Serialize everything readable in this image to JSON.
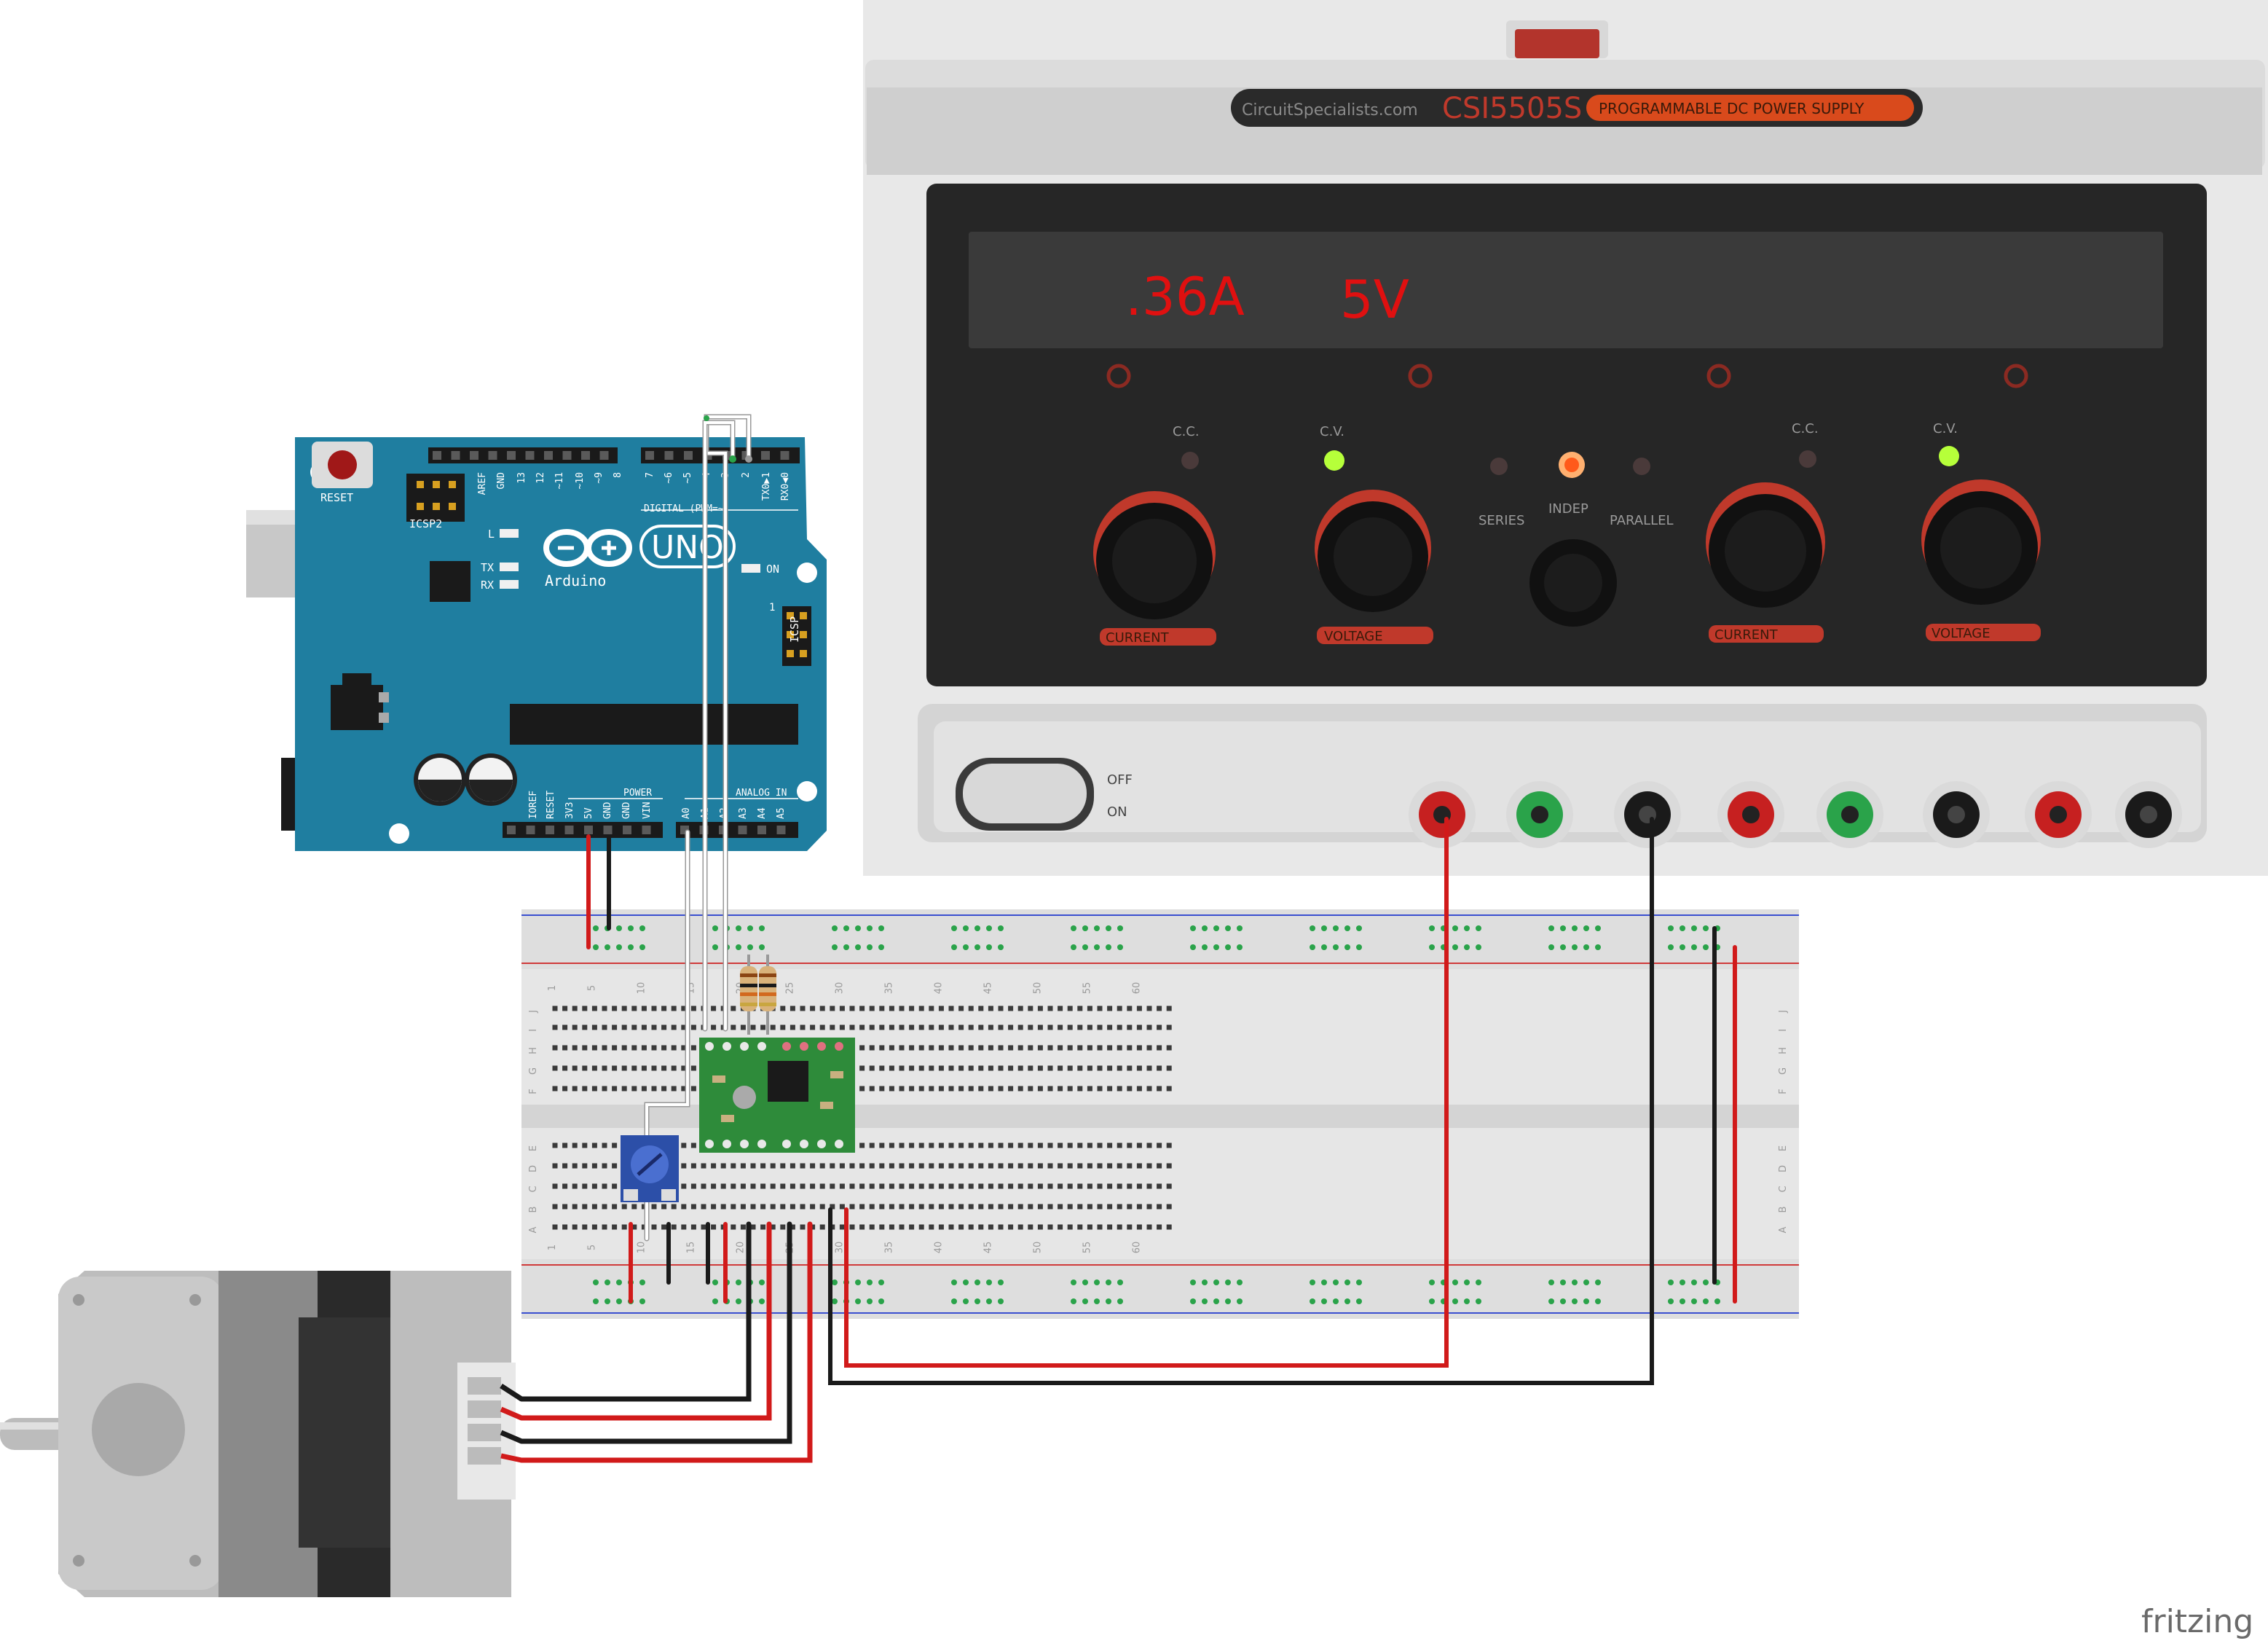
{
  "power_supply": {
    "brand": "CircuitSpecialists.com",
    "model": "CSI5505S",
    "descriptor": "PROGRAMMABLE DC POWER SUPPLY",
    "current_readout": ".36A",
    "voltage_readout": "5V",
    "knob_labels": [
      "CURRENT",
      "VOLTAGE",
      "CURRENT",
      "VOLTAGE"
    ],
    "indicator_labels": [
      "C.C.",
      "C.V.",
      "C.C.",
      "C.V."
    ],
    "mode_labels": [
      "SERIES",
      "INDEP",
      "PARALLEL"
    ],
    "switch_labels": [
      "OFF",
      "ON"
    ]
  },
  "arduino": {
    "brand": "Arduino",
    "model": "UNO",
    "reset_label": "RESET",
    "icsp2_label": "ICSP2",
    "icsp_label": "ICSP",
    "icsp_pin1": "1",
    "digital_label": "DIGITAL (PWM=~)",
    "power_label": "POWER",
    "analog_label": "ANALOG IN",
    "on_label": "ON",
    "tx_label": "TX",
    "rx_label": "RX",
    "l_label": "L",
    "top_pins": [
      "AREF",
      "GND",
      "13",
      "12",
      "~11",
      "~10",
      "~9",
      "8",
      "7",
      "~6",
      "~5",
      "4",
      "~3",
      "2",
      "TX0▶1",
      "RX0◀0"
    ],
    "bottom_pins": [
      "IOREF",
      "RESET",
      "3V3",
      "5V",
      "GND",
      "GND",
      "VIN",
      "A0",
      "A1",
      "A2",
      "A3",
      "A4",
      "A5"
    ]
  },
  "breadboard": {
    "column_numbers": [
      "1",
      "5",
      "10",
      "15",
      "20",
      "25",
      "30",
      "35",
      "40",
      "45",
      "50",
      "55",
      "60"
    ],
    "rows_top": [
      "J",
      "I",
      "H",
      "G",
      "F"
    ],
    "rows_bottom": [
      "E",
      "D",
      "C",
      "B",
      "A"
    ]
  },
  "watermark": "fritzing",
  "colors": {
    "arduino_blue": "#1f7ea0",
    "wire_red": "#d11a1a",
    "wire_black": "#1a1a1a",
    "driver_green": "#2e8b3a",
    "display_red": "#e01010"
  }
}
